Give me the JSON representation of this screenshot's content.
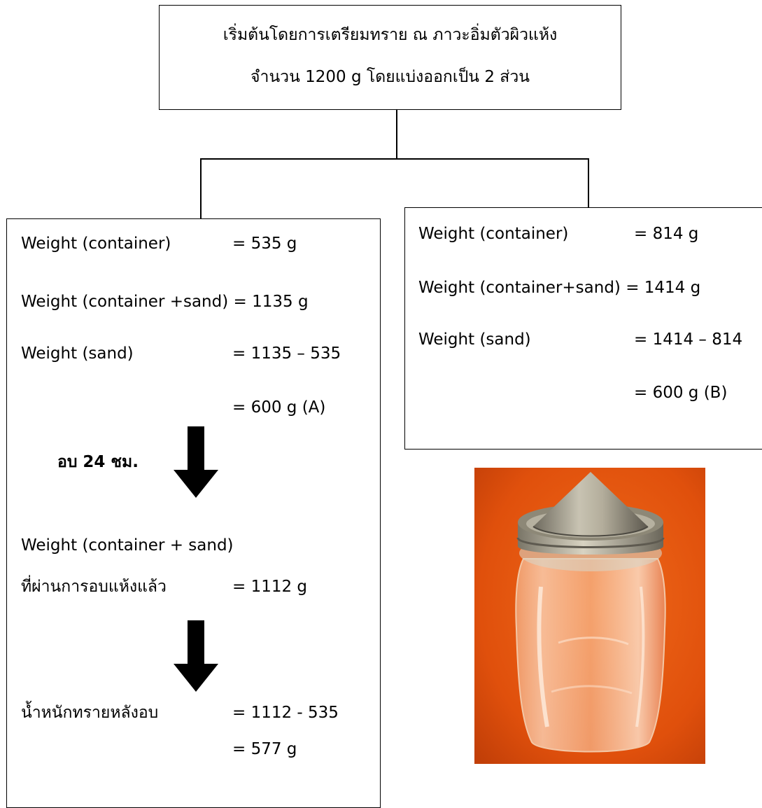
{
  "top_box": {
    "line1": "เริ่มต้นโดยการเตรียมทราย ณ ภาวะอิ่มตัวผิวแห้ง",
    "line2": "จำนวน 1200 g โดยแบ่งออกเป็น 2 ส่วน"
  },
  "left_box": {
    "container_label": "Weight (container)",
    "container_value": "= 535 g",
    "container_sand": "Weight (container +sand) = 1135 g",
    "sand_label": "Weight (sand)",
    "sand_calc": "= 1135 – 535",
    "sand_result": "= 600 g (A)",
    "oven_label": "อบ 24 ชม.",
    "dried_label_1": "Weight (container + sand)",
    "dried_label_2": "ที่ผ่านการอบแห้งแล้ว",
    "dried_value": "= 1112 g",
    "after_label": "น้ำหนักทรายหลังอบ",
    "after_calc": "= 1112 - 535",
    "after_result": "= 577 g"
  },
  "right_box": {
    "container_label": "Weight (container)",
    "container_value": "= 814 g",
    "container_sand": "Weight (container+sand) = 1414 g",
    "sand_label": "Weight (sand)",
    "sand_calc": "= 1414 – 814",
    "sand_result": "= 600 g (B)"
  },
  "colors": {
    "background_orange": "#e8520f",
    "lid_metal": "#9a9484"
  }
}
